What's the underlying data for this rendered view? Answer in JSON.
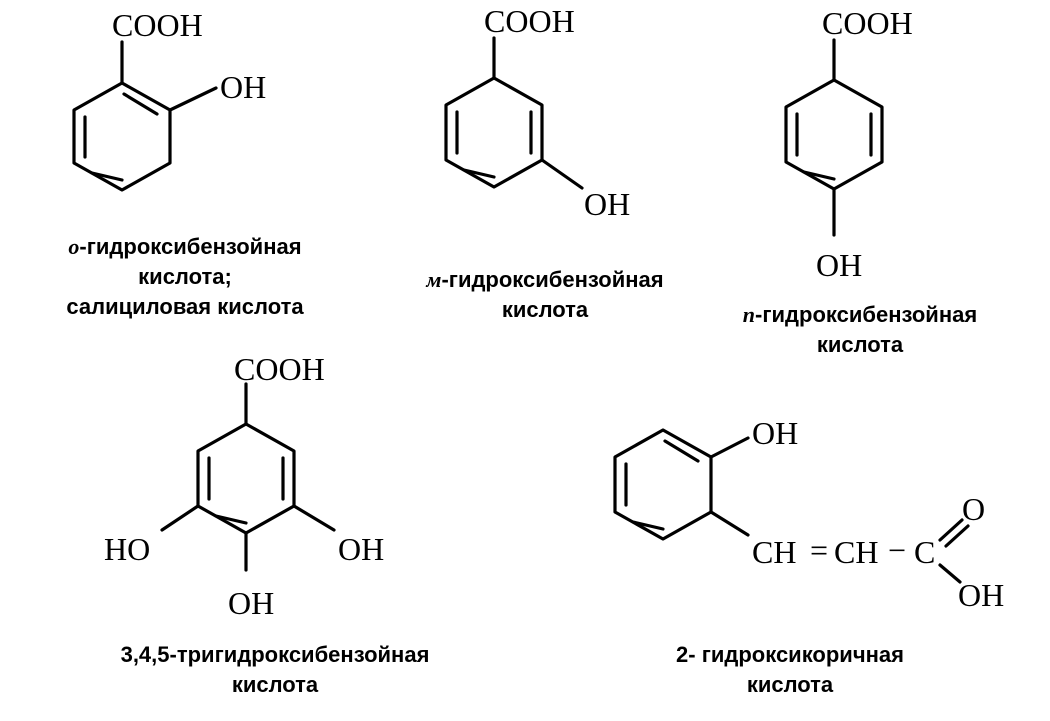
{
  "groups": {
    "cooh": "COOH",
    "oh": "OH",
    "ho": "HO",
    "o": "O",
    "ch": "CH",
    "c": "C",
    "eq": "=",
    "dash": "−"
  },
  "compounds": [
    {
      "prefix": "о",
      "caption_lines": [
        "-гидроксибензойная",
        "кислота;",
        "салициловая кислота"
      ]
    },
    {
      "prefix": "м",
      "caption_lines": [
        "-гидроксибензойная",
        "кислота"
      ]
    },
    {
      "prefix": "п",
      "caption_lines": [
        "-гидроксибензойная",
        "кислота"
      ]
    },
    {
      "prefix": "",
      "caption_lines": [
        "3,4,5-тригидроксибензойная",
        "кислота"
      ]
    },
    {
      "prefix": "",
      "caption_lines": [
        "2- гидроксикоричная",
        "кислота"
      ]
    }
  ]
}
